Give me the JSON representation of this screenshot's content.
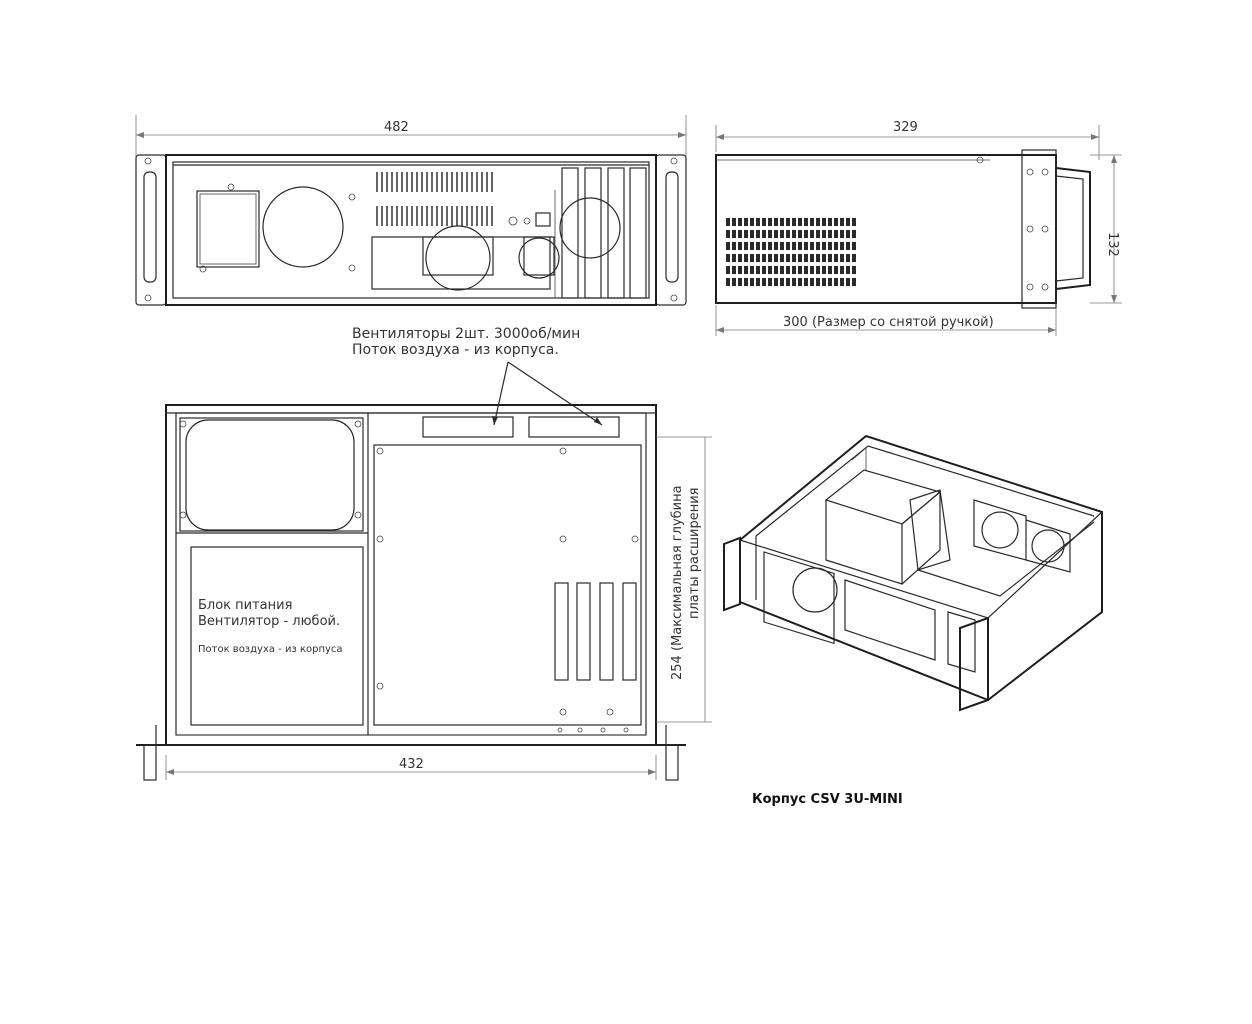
{
  "dimensions": {
    "front_width": "482",
    "side_depth": "329",
    "side_height": "132",
    "side_depth_no_handle": "300 (Размер со снятой ручкой)",
    "top_inner_width": "432",
    "expansion_card_depth": "254 (Максимальная глубина",
    "expansion_card_depth_line2": "платы расширения"
  },
  "annotations": {
    "fans_line1": "Вентиляторы 2шт. 3000об/мин",
    "fans_line2": "Поток воздуха - из корпуса.",
    "psu_line1": "Блок питания",
    "psu_line2": "Вентилятор - любой.",
    "psu_airflow": "Поток воздуха - из корпуса"
  },
  "caption": "Корпус CSV 3U-MINI",
  "colors": {
    "line": "#2a2a2a",
    "dimension": "#777777",
    "text": "#333333",
    "background": "#ffffff"
  }
}
